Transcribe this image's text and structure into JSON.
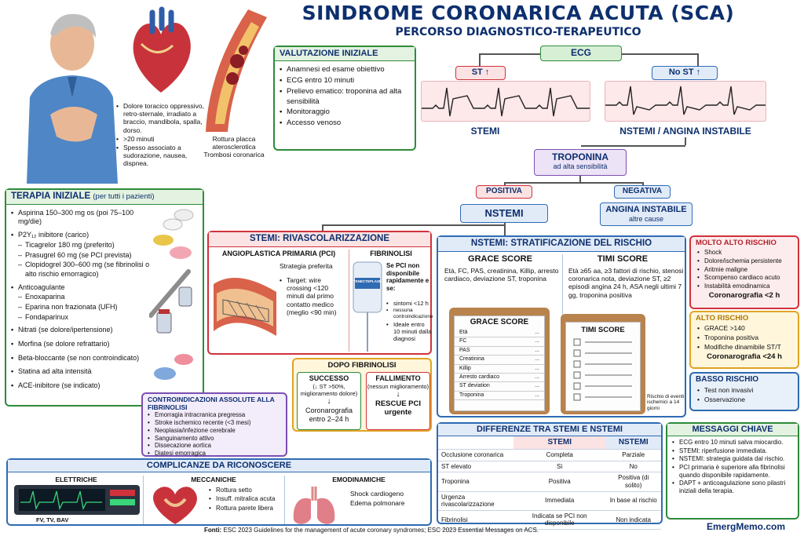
{
  "header": {
    "title": "SINDROME CORONARICA ACUTA (SCA)",
    "subtitle": "PERCORSO DIAGNOSTICO-TERAPEUTICO"
  },
  "symptoms": [
    "Dolore toracico oppressivo, retro-sternale, irradiato a braccio, mandibola, spalla, dorso.",
    ">20 minuti",
    "Spesso associato a sudorazione, nausea, dispnea."
  ],
  "plaque_caption": "Rottura placca aterosclerotica Trombosi coronarica",
  "valutazione": {
    "title": "VALUTAZIONE INIZIALE",
    "items": [
      "Anamnesi ed esame obiettivo",
      "ECG entro 10 minuti",
      "Prelievo ematico: troponina ad alta sensibilità",
      "Monitoraggio",
      "Accesso venoso"
    ]
  },
  "ecg": {
    "label": "ECG",
    "st_up": "ST ↑",
    "no_st": "No ST ↑",
    "stemi": "STEMI",
    "nstemi_ua": "NSTEMI / ANGINA INSTABILE"
  },
  "troponina": {
    "title": "TROPONINA",
    "sub": "ad alta sensibilità",
    "pos": "POSITIVA",
    "neg": "NEGATIVA",
    "nstemi": "NSTEMI",
    "angina": "ANGINA INSTABILE",
    "altre": "altre cause"
  },
  "terapia": {
    "title": "TERAPIA INIZIALE",
    "title_note": "(per tutti i pazienti)",
    "aspirina": "Aspirina 150–300 mg os (poi 75–100 mg/die)",
    "p2y12": "P2Y₁₂ inibitore (carico)",
    "p2y12_subs": [
      "Ticagrelor 180 mg (preferito)",
      "Prasugrel 60 mg (se PCI prevista)",
      "Clopidogrel 300–600 mg (se fibrinolisi o alto rischio emorragico)"
    ],
    "antic": "Anticoagulante",
    "antic_subs": [
      "Enoxaparina",
      "Eparina non frazionata (UFH)",
      "Fondaparinux"
    ],
    "others": [
      "Nitrati (se dolore/ipertensione)",
      "Morfina (se dolore refrattario)",
      "Beta-bloccante (se non controindicato)",
      "Statina ad alta intensità",
      "ACE-inibitore (se indicato)"
    ]
  },
  "stemi_riv": {
    "title": "STEMI: RIVASCOLARIZZAZIONE",
    "pci_title": "ANGIOPLASTICA PRIMARIA (PCI)",
    "pci_pref": "Strategia preferita",
    "pci_target": "Target: wire crossing <120 minuti dal primo contatto medico (meglio <90 min)",
    "fib_title": "FIBRINOLISI",
    "fib_bag": "TENECTEPLASE",
    "fib_cond": "Se PCI non disponibile rapidamente e se:",
    "fib_items": [
      "sintomi <12 h",
      "nessuna controindicazione",
      "Ideale entro 10 minuti dalla diagnosi"
    ]
  },
  "dopo": {
    "title": "DOPO FIBRINOLISI",
    "succ_title": "SUCCESSO",
    "succ_sub": "(↓ ST >50%, miglioramento dolore)",
    "succ_result": "Coronarografia entro 2–24 h",
    "fail_title": "FALLIMENTO",
    "fail_sub": "(nessun miglioramento)",
    "fail_result": "RESCUE PCI urgente"
  },
  "controind": {
    "title": "CONTROINDICAZIONI ASSOLUTE ALLA FIBRINOLISI",
    "items": [
      "Emorragia intracranica pregressa",
      "Stroke ischemico recente (<3 mesi)",
      "Neoplasia/infezione cerebrale",
      "Sanguinamento attivo",
      "Dissecazione aortica",
      "Diatesi emorragica"
    ]
  },
  "nstemi_strat": {
    "title": "NSTEMI: STRATIFICAZIONE DEL RISCHIO",
    "grace_title": "GRACE SCORE",
    "grace_desc": "Età, FC, PAS, creatinina, Killip, arresto cardiaco, deviazione ST, troponina",
    "timi_title": "TIMI SCORE",
    "timi_desc": "Età ≥65 aa, ≥3 fattori di rischio, stenosi coronarica nota, deviazione ST, ≥2 episodi angina 24 h, ASA negli ultimi 7 gg, troponina positiva",
    "grace_card_title": "GRACE SCORE",
    "grace_rows": [
      "Età",
      "FC",
      "PAS",
      "Creatinina",
      "Killip",
      "Arresto cardiaco",
      "ST deviation",
      "Troponina"
    ],
    "dots": "...",
    "timi_card_title": "TIMI SCORE",
    "timi_note": "Rischio di eventi ischemici a 14 giorni"
  },
  "risk": {
    "molto_title": "MOLTO ALTO RISCHIO",
    "molto_items": [
      "Shock",
      "Dolore/ischemia persistente",
      "Aritmie maligne",
      "Scompenso cardiaco acuto",
      "Instabilità emodinamica"
    ],
    "molto_res": "Coronarografia <2 h",
    "alto_title": "ALTO RISCHIO",
    "alto_items": [
      "GRACE >140",
      "Troponina positiva",
      "Modifiche dinamibile ST/T"
    ],
    "alto_res": "Coronarografia <24 h",
    "basso_title": "BASSO RISCHIO",
    "basso_items": [
      "Test non invasivi",
      "Osservazione"
    ]
  },
  "complicanze": {
    "title": "COMPLICANZE DA RICONOSCERE",
    "elettriche": "ELETTRICHE",
    "elettriche_cap": "FV, TV, BAV",
    "meccaniche": "MECCANICHE",
    "mecc_items": [
      "Rottura setto",
      "Insuff. mitralica acuta",
      "Rottura parete libera"
    ],
    "emodinamiche": "EMODINAMICHE",
    "emo_items": [
      "Shock cardiogeno",
      "Edema polmonare"
    ]
  },
  "differenze": {
    "title": "DIFFERENZE TRA STEMI E NSTEMI",
    "col_stemi": "STEMI",
    "col_nstemi": "NSTEMI",
    "rows": [
      [
        "Occlusione coronarica",
        "Completa",
        "Parziale"
      ],
      [
        "ST elevato",
        "Sì",
        "No"
      ],
      [
        "Troponina",
        "Positiva",
        "Positiva (di solito)"
      ],
      [
        "Urgenza rivascolarizzazione",
        "Immediata",
        "In base al rischio"
      ],
      [
        "Fibrinolisi",
        "Indicata se PCI non disponibile",
        "Non indicata"
      ]
    ]
  },
  "messaggi": {
    "title": "MESSAGGI CHIAVE",
    "items": [
      "ECG entro 10 minuti salva miocardio.",
      "STEMI: riperfusione immediata.",
      "NSTEMI: strategia guidata dal rischio.",
      "PCI primaria è superiore alla fibrinolisi quando disponibile rapidamente.",
      "DAPT + anticoagulazione sono pilastri iniziali della terapia."
    ]
  },
  "footer": {
    "fonti_label": "Fonti:",
    "fonti_text": "ESC 2023 Guidelines for the management of acute coronary syndromes; ESC 2023 Essential Messages on ACS.",
    "brand": "EmergMemo.com"
  },
  "colors": {
    "navy": "#0d2f6e",
    "green": "#2e8b3a",
    "red": "#d0323c",
    "blue": "#2f6bb3",
    "purple": "#7b4fb0",
    "orange": "#e0a324"
  }
}
